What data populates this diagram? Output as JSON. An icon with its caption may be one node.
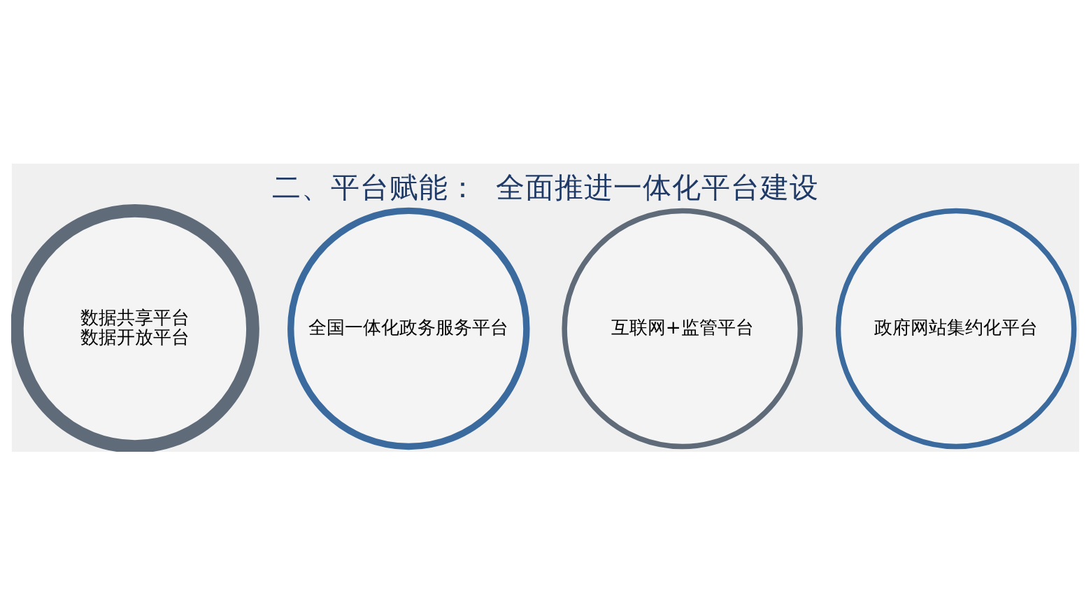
{
  "diagram": {
    "title": "二、平台赋能：  全面推进一体化平台建设",
    "nodes": [
      {
        "text": [
          "数据共享平台",
          "数据开放平台"
        ]
      },
      {
        "text": [
          "全国一体化政务服务平台"
        ]
      },
      {
        "text": [
          "互联网+监管平台"
        ]
      },
      {
        "text": [
          "政府网站集约化平台"
        ]
      }
    ]
  }
}
